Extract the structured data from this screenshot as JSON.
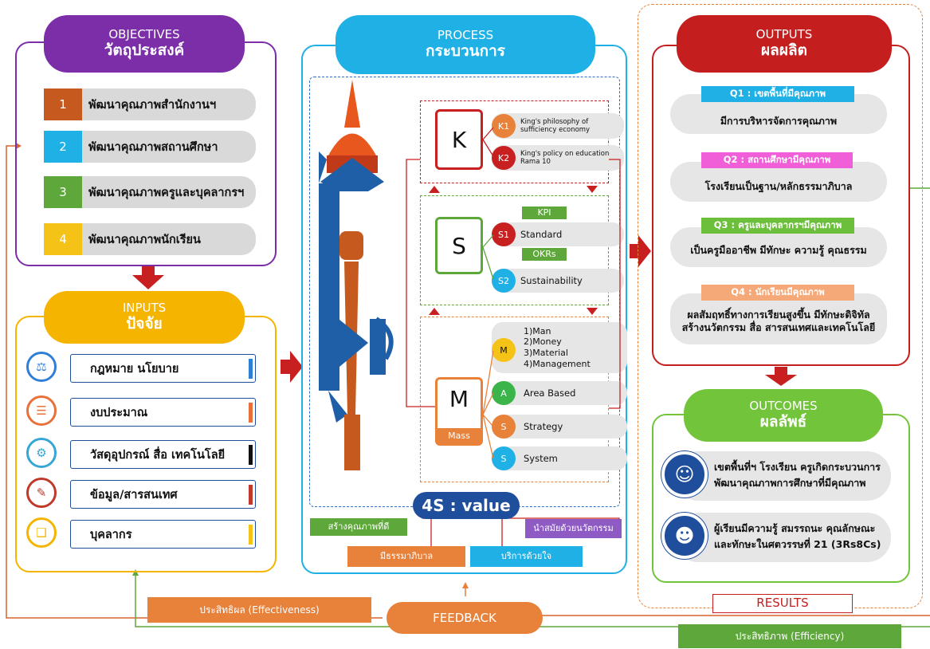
{
  "objectives": {
    "title_en": "OBJECTIVES",
    "title_th": "วัตถุประสงค์",
    "items": [
      {
        "num": "1",
        "label": "พัฒนาคุณภาพสำนักงานฯ",
        "color": "#c65a1e"
      },
      {
        "num": "2",
        "label": "พัฒนาคุณภาพสถานศึกษา",
        "color": "#1fb0e6"
      },
      {
        "num": "3",
        "label": "พัฒนาคุณภาพครูและบุคลากรฯ",
        "color": "#5ea83b"
      },
      {
        "num": "4",
        "label": "พัฒนาคุณภาพนักเรียน",
        "color": "#f5c318"
      }
    ]
  },
  "inputs": {
    "title_en": "INPUTS",
    "title_th": "ปัจจัย",
    "items": [
      {
        "label": "กฎหมาย นโยบาย",
        "icon": "law-document-icon",
        "glyph": "⚖",
        "color": "#2f7ed8",
        "bar": "#2f7ed8"
      },
      {
        "label": "งบประมาณ",
        "icon": "budget-icon",
        "glyph": "☰",
        "color": "#e8703a",
        "bar": "#e8703a"
      },
      {
        "label": "วัสดุอุปกรณ์ สื่อ เทคโนโลยี",
        "icon": "technology-icon",
        "glyph": "⚙",
        "color": "#36a6d6",
        "bar": "#111111"
      },
      {
        "label": "ข้อมูล/สารสนเทศ",
        "icon": "information-icon",
        "glyph": "✎",
        "color": "#c0392b",
        "bar": "#c0392b"
      },
      {
        "label": "บุคลากร",
        "icon": "personnel-book-icon",
        "glyph": "❑",
        "color": "#f5b400",
        "bar": "#f5c318"
      }
    ]
  },
  "process": {
    "title_en": "PROCESS",
    "title_th": "กระบวนการ",
    "k": {
      "letter": "K",
      "items": [
        {
          "code": "K1",
          "label": "King's philosophy of sufficiency economy"
        },
        {
          "code": "K2",
          "label": "King's policy on education Rama 10"
        }
      ]
    },
    "s": {
      "letter": "S",
      "kpi": "KPI",
      "okrs": "OKRs",
      "items": [
        {
          "code": "S1",
          "label": "Standard"
        },
        {
          "code": "S2",
          "label": "Sustainability"
        }
      ]
    },
    "m": {
      "letter": "M",
      "sub": "Mass",
      "items": [
        {
          "code": "M",
          "label": "1)Man\n2)Money\n3)Material\n4)Management",
          "color": "#f5c318"
        },
        {
          "code": "A",
          "label": "Area Based",
          "color": "#3bb54a"
        },
        {
          "code": "S",
          "label": "Strategy",
          "color": "#e8813a"
        },
        {
          "code": "S",
          "label": "System",
          "color": "#1fb0e6"
        }
      ]
    },
    "value_title": "4S : value",
    "values": [
      {
        "label": "สร้างคุณภาพที่ดี",
        "color": "#5ea83b"
      },
      {
        "label": "นำสมัยด้วยนวัตกรรม",
        "color": "#8e5bc4"
      },
      {
        "label": "มีธรรมาภิบาล",
        "color": "#e8813a"
      },
      {
        "label": "บริการด้วยใจ",
        "color": "#1fb0e6"
      }
    ]
  },
  "outputs": {
    "title_en": "OUTPUTS",
    "title_th": "ผลผลิต",
    "items": [
      {
        "tag": "Q1 : เขตพื้นที่มีคุณภาพ",
        "text": "มีการบริหารจัดการคุณภาพ",
        "color": "#1fb0e6"
      },
      {
        "tag": "Q2 : สถานศึกษามีคุณภาพ",
        "text": "โรงเรียนเป็นฐาน/หลักธรรมาภิบาล",
        "color": "#f05fd7"
      },
      {
        "tag": "Q3 : ครูและบุคลากรฯมีคุณภาพ",
        "text": "เป็นครูมืออาชีพ มีทักษะ ความรู้ คุณธรรม",
        "color": "#6cbf3b"
      },
      {
        "tag": "Q4 : นักเรียนมีคุณภาพ",
        "text": "ผลสัมฤทธิ์ทางการเรียนสูงขึ้น มีทักษะดิจิทัล\nสร้างนวัตกรรม สื่อ สารสนเทศและเทคโนโลยี",
        "color": "#f5a878"
      }
    ]
  },
  "outcomes": {
    "title_en": "OUTCOMES",
    "title_th": "ผลลัพธ์",
    "items": [
      {
        "text": "เขตพื้นที่ฯ โรงเรียน ครูเกิดกระบวนการ\nพัฒนาคุณภาพการศึกษาที่มีคุณภาพ",
        "icon": "teacher-avatar-icon"
      },
      {
        "text": "ผู้เรียนมีความรู้ สมรรถนะ คุณลักษณะ\nและทักษะในศตวรรษที่ 21 (3Rs8Cs)",
        "icon": "student-avatar-icon"
      }
    ]
  },
  "footer": {
    "results": "RESULTS",
    "feedback": "FEEDBACK",
    "effectiveness": "ประสิทธิผล (Effectiveness)",
    "efficiency": "ประสิทธิภาพ (Efficiency)"
  },
  "colors": {
    "objectives": "#7b2ea8",
    "inputs": "#f5b400",
    "process": "#1fb0e6",
    "outputs": "#c41e1e",
    "outcomes": "#72c43a",
    "arrow": "#c82020",
    "feedback": "#e8813a",
    "efficiency": "#5ea83b"
  }
}
